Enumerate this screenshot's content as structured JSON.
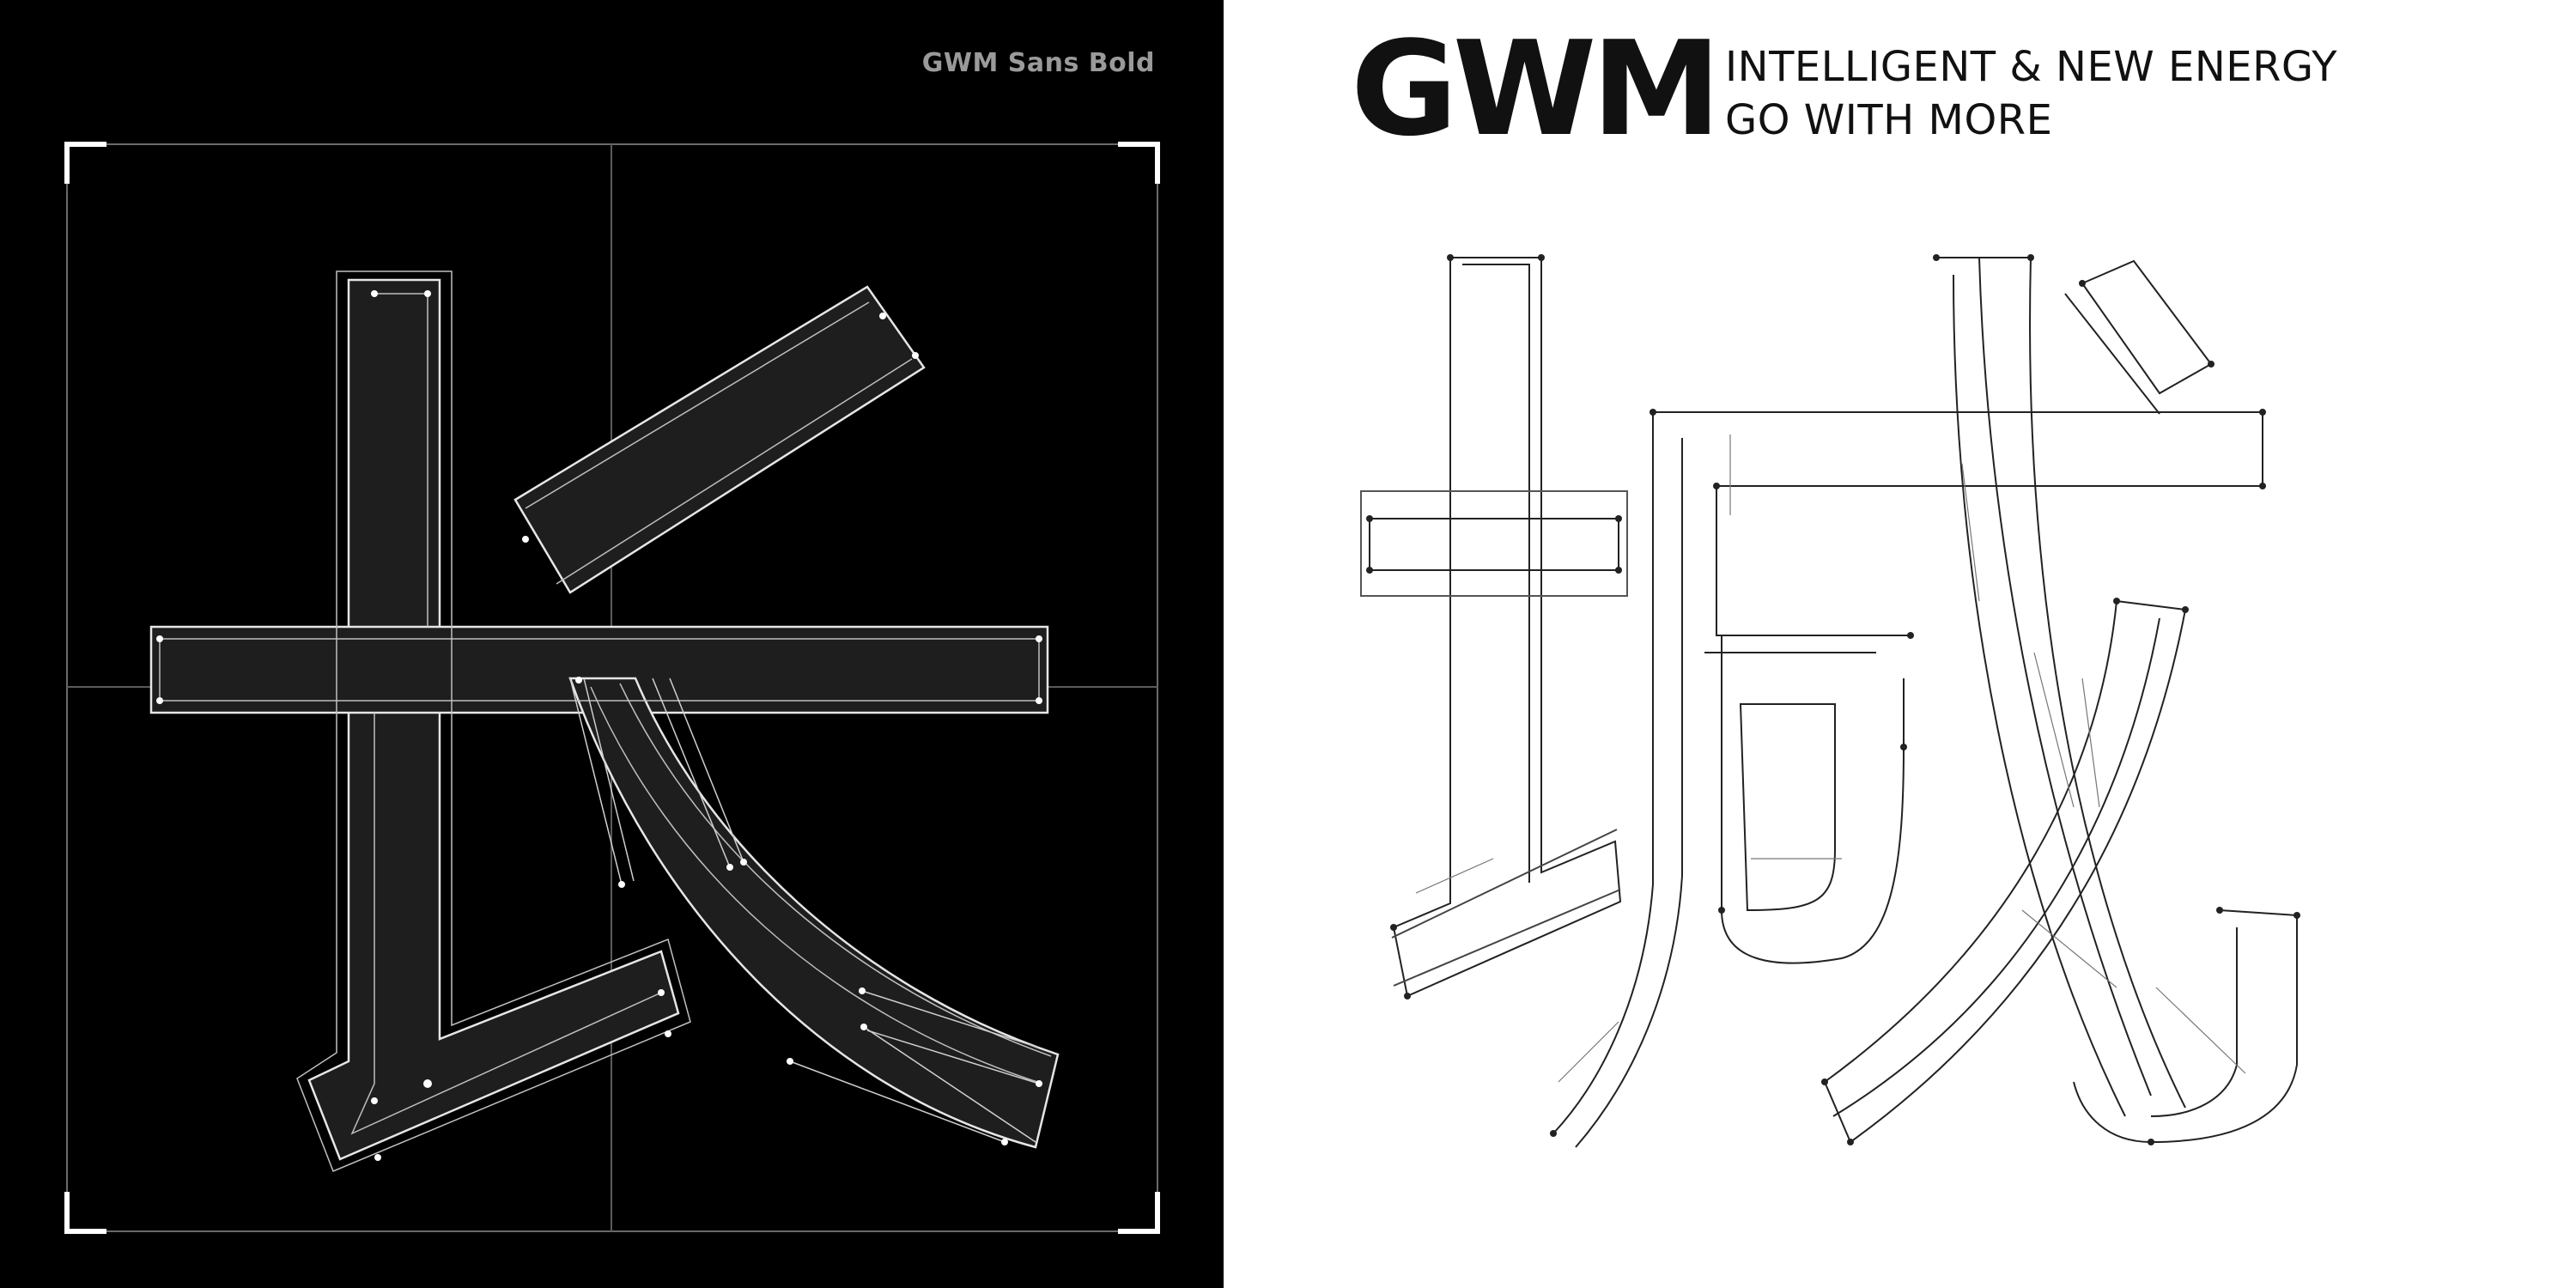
{
  "left_panel": {
    "font_label": "GWM Sans Bold",
    "glyph_char": "长"
  },
  "right_panel": {
    "brand": "GWM",
    "tagline_line1": "INTELLIGENT & NEW ENERGY",
    "tagline_line2": "GO WITH MORE",
    "glyph_char": "城"
  },
  "colors": {
    "left_background": "#000000",
    "right_background": "#ffffff",
    "glyph_fill": "#1e1e1e",
    "outline_light": "#d8d8d8",
    "outline_dark": "#333333"
  }
}
